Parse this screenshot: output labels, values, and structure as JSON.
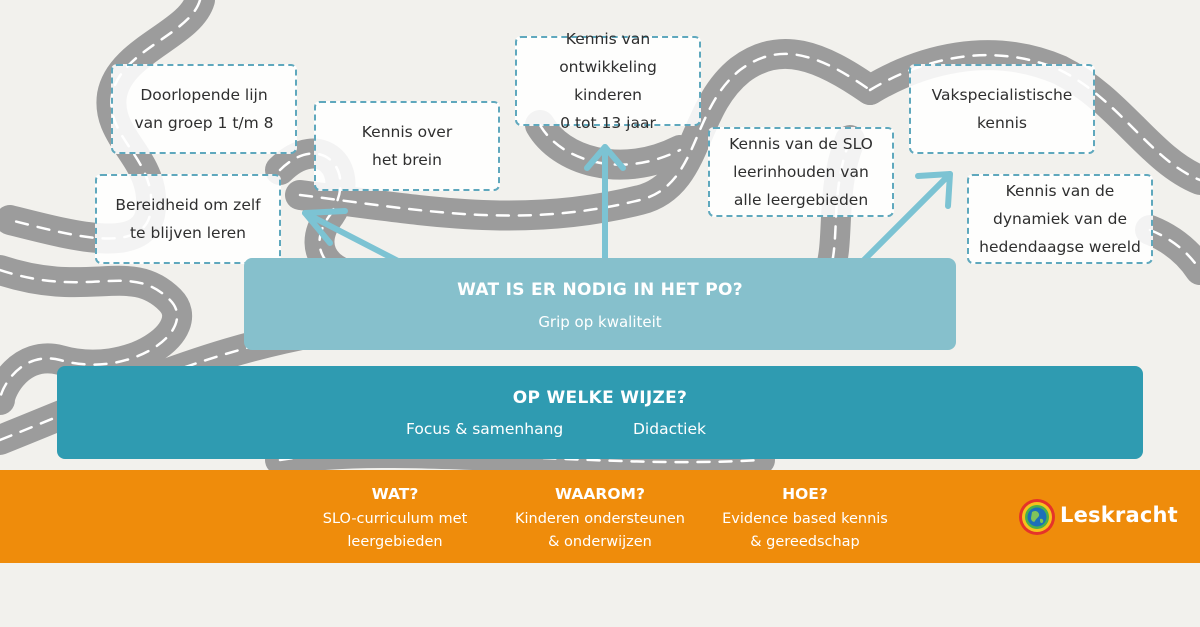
{
  "boxes": {
    "doorlopende_lijn": "Doorlopende lijn\nvan groep 1 t/m 8",
    "bereidheid": "Bereidheid om zelf\nte blijven leren",
    "kennis_brein": "Kennis over\nhet brein",
    "ontwikkeling": "Kennis van\nontwikkeling kinderen\n0 tot 13 jaar",
    "slo": "Kennis van de SLO\nleerinhouden van\nalle leergebieden",
    "vakspecialistisch": "Vakspecialistische\nkennis",
    "dynamiek": "Kennis van de\ndynamiek van de\nhedendaagse wereld"
  },
  "nodig": {
    "title": "WAT IS ER NODIG IN HET PO?",
    "subtitle": "Grip op kwaliteit"
  },
  "wijze": {
    "title": "OP WELKE WIJZE?",
    "items": [
      "Focus & samenhang",
      "Didactiek"
    ]
  },
  "footer": {
    "columns": [
      {
        "title": "WAT?",
        "body": "SLO-curriculum met\nleergebieden"
      },
      {
        "title": "WAAROM?",
        "body": "Kinderen ondersteunen\n& onderwijzen"
      },
      {
        "title": "HOE?",
        "body": "Evidence based kennis\n& gereedschap"
      }
    ],
    "logo_text": "Leskracht"
  },
  "colors": {
    "background": "#f2f1ed",
    "road": "#9c9c9c",
    "box_border": "#5fa8bd",
    "nodig_band": "#86c0cc",
    "wijze_band": "#2f9bb1",
    "footer": "#ef8c0b",
    "arrow": "#7cc3d3"
  }
}
